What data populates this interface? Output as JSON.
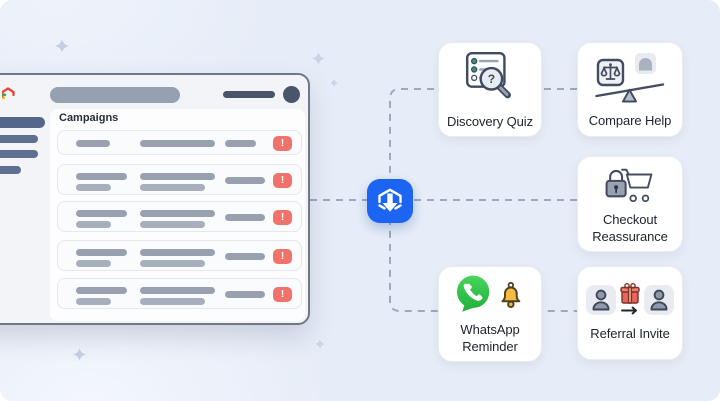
{
  "background": {
    "color": "#e7edf8"
  },
  "colors": {
    "accent_blue": "#1c64f2",
    "alert_red": "#f1716b",
    "whatsapp_green": "#35c24b",
    "bell_yellow": "#f6bb43",
    "connector_gray": "#9ea9bd"
  },
  "gmail_window": {
    "app_logo_icon": "gmail-logo-icon",
    "campaigns_title": "Campaigns",
    "alert_badge": "!",
    "row_count": 5
  },
  "hub": {
    "icon": "hub-box-arrow-icon"
  },
  "cards": [
    {
      "label": "Discovery Quiz",
      "icon": "quiz-magnifier-icon"
    },
    {
      "label": "Compare Help",
      "icon": "balance-seesaw-icon"
    },
    {
      "label": "Checkout Reassurance",
      "icon": "lock-cart-icon"
    },
    {
      "label": "WhatsApp Reminder",
      "icon": "whatsapp-bell-icon"
    },
    {
      "label": "Referral Invite",
      "icon": "referral-gift-icon"
    }
  ]
}
